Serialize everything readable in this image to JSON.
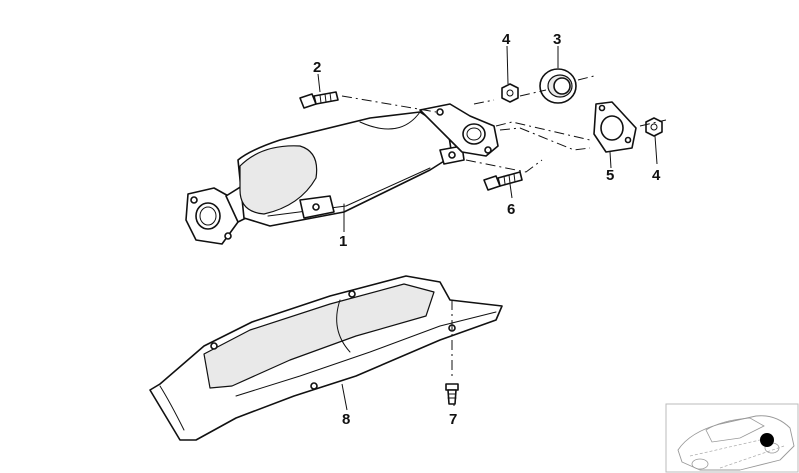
{
  "callouts": [
    {
      "id": "1",
      "label": "1"
    },
    {
      "id": "2",
      "label": "2"
    },
    {
      "id": "3",
      "label": "3"
    },
    {
      "id": "4a",
      "label": "4"
    },
    {
      "id": "4b",
      "label": "4"
    },
    {
      "id": "5",
      "label": "5"
    },
    {
      "id": "6",
      "label": "6"
    },
    {
      "id": "7",
      "label": "7"
    },
    {
      "id": "8",
      "label": "8"
    }
  ],
  "colors": {
    "ink": "#111111",
    "shade": "#e9e9e9",
    "background": "#ffffff"
  },
  "icons": {
    "vehicle_locator": "car-silhouette-icon",
    "locator_marker": "location-dot-icon"
  }
}
